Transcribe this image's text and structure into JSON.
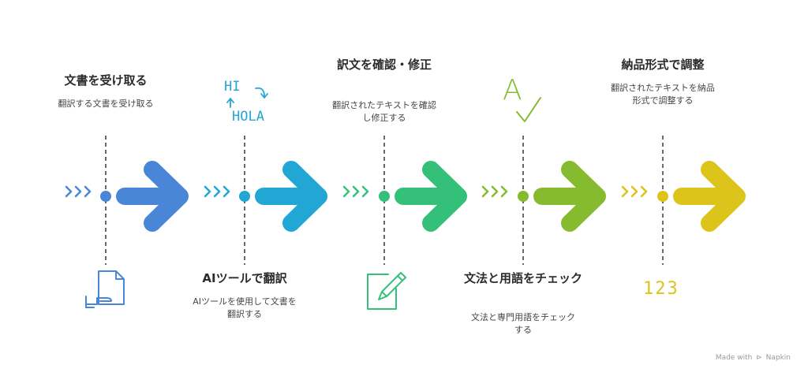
{
  "steps": [
    {
      "title": "文書を受け取る",
      "desc": "翻訳する文書を受け取る",
      "color": "#4a86d8",
      "icon": "document-hand-icon"
    },
    {
      "title": "AIツールで翻訳",
      "desc": "AIツールを使用して文書を翻訳する",
      "color": "#22a6d3",
      "icon": "translate-hi-hola-icon",
      "icon_text_1": "HI",
      "icon_text_2": "HOLA"
    },
    {
      "title": "訳文を確認・修正",
      "desc": "翻訳されたテキストを確認し修正する",
      "color": "#35c07a",
      "icon": "edit-pen-icon"
    },
    {
      "title": "文法と用語をチェック",
      "desc": "文法と専門用語をチェックする",
      "color": "#86bb30",
      "icon": "spell-check-icon",
      "icon_text": "A"
    },
    {
      "title": "納品形式で調整",
      "desc": "翻訳されたテキストを納品形式で調整する",
      "color": "#dcc41b",
      "icon": "numbers-icon",
      "icon_text": "123"
    }
  ],
  "footer": {
    "made_with": "Made with",
    "brand": "Napkin"
  }
}
